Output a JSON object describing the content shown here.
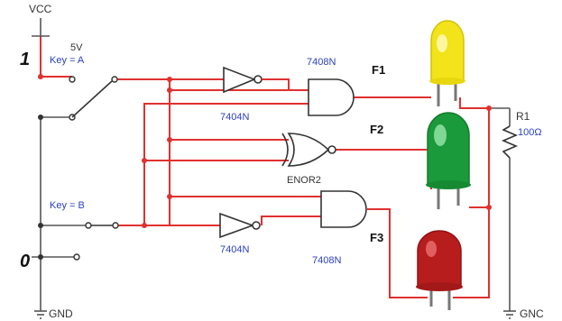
{
  "labels": {
    "vcc": "VCC",
    "one": "1",
    "volt": "5V",
    "key_a": "Key = A",
    "key_b": "Key = B",
    "zero": "0",
    "gnd_left": "GND",
    "gnd_right": "GNC",
    "not_top": "7404N",
    "not_bottom": "7404N",
    "and_top": "7408N",
    "and_bottom": "7408N",
    "xnor": "ENOR2",
    "f1": "F1",
    "f2": "F2",
    "f3": "F3",
    "r1_name": "R1",
    "r1_value": "100Ω"
  },
  "colors": {
    "wire_active": "#e0312f",
    "wire_passive": "#555555",
    "label_blue": "#2a3fbf",
    "led_yellow": "#f2e31a",
    "led_green": "#1a9a3a",
    "led_red": "#b81d1d"
  }
}
